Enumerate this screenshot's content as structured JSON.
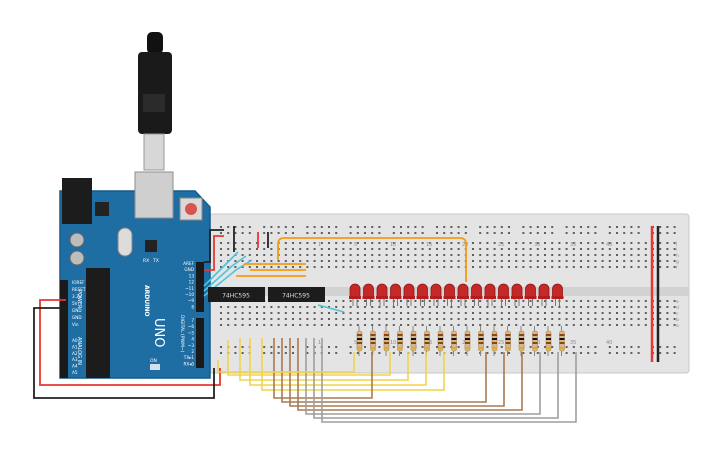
{
  "arduino": {
    "model": "UNO",
    "brand": "ARDUINO",
    "power_label": "POWER",
    "analog_label": "ANALOG IN",
    "digital_label": "DIGITAL (PWM~)",
    "tx_label": "TX",
    "rx_label": "RX",
    "on_label": "ON",
    "header_top": [
      "AREF",
      "GND",
      "13",
      "12",
      "~11",
      "~10",
      "~9",
      "8"
    ],
    "header_bottom": [
      "7",
      "~6",
      "~5",
      "4",
      "~3",
      "2",
      "TX▸1",
      "RX◂0"
    ],
    "power_pins": [
      "IOREF",
      "RESET",
      "3.3V",
      "5V",
      "GND",
      "GND",
      "Vin"
    ],
    "analog_pins": [
      "A0",
      "A1",
      "A2",
      "A3",
      "A4",
      "A5"
    ]
  },
  "breadboard": {
    "column_numbers": [
      "1",
      "5",
      "10",
      "15",
      "20",
      "25",
      "30",
      "35",
      "40",
      "45",
      "50",
      "55",
      "60"
    ],
    "row_letters_top": [
      "j",
      "i",
      "h",
      "g",
      "f"
    ],
    "row_letters_bottom": [
      "e",
      "d",
      "c",
      "b",
      "a"
    ]
  },
  "chips": [
    {
      "label": "74HC595"
    },
    {
      "label": "74HC595"
    }
  ],
  "led_count": 16,
  "resistor_count": 16,
  "colors": {
    "board": "#1f6ea3",
    "breadboard": "#e4e4e4",
    "led": "#c62828",
    "rail_red": "#e53935",
    "rail_black": "#222222",
    "wire_orange": "#f39c12",
    "wire_cyan": "#4fc3d9",
    "wire_yellow": "#f1d34c",
    "wire_brown": "#a67c52",
    "wire_gray": "#9e9e9e"
  }
}
